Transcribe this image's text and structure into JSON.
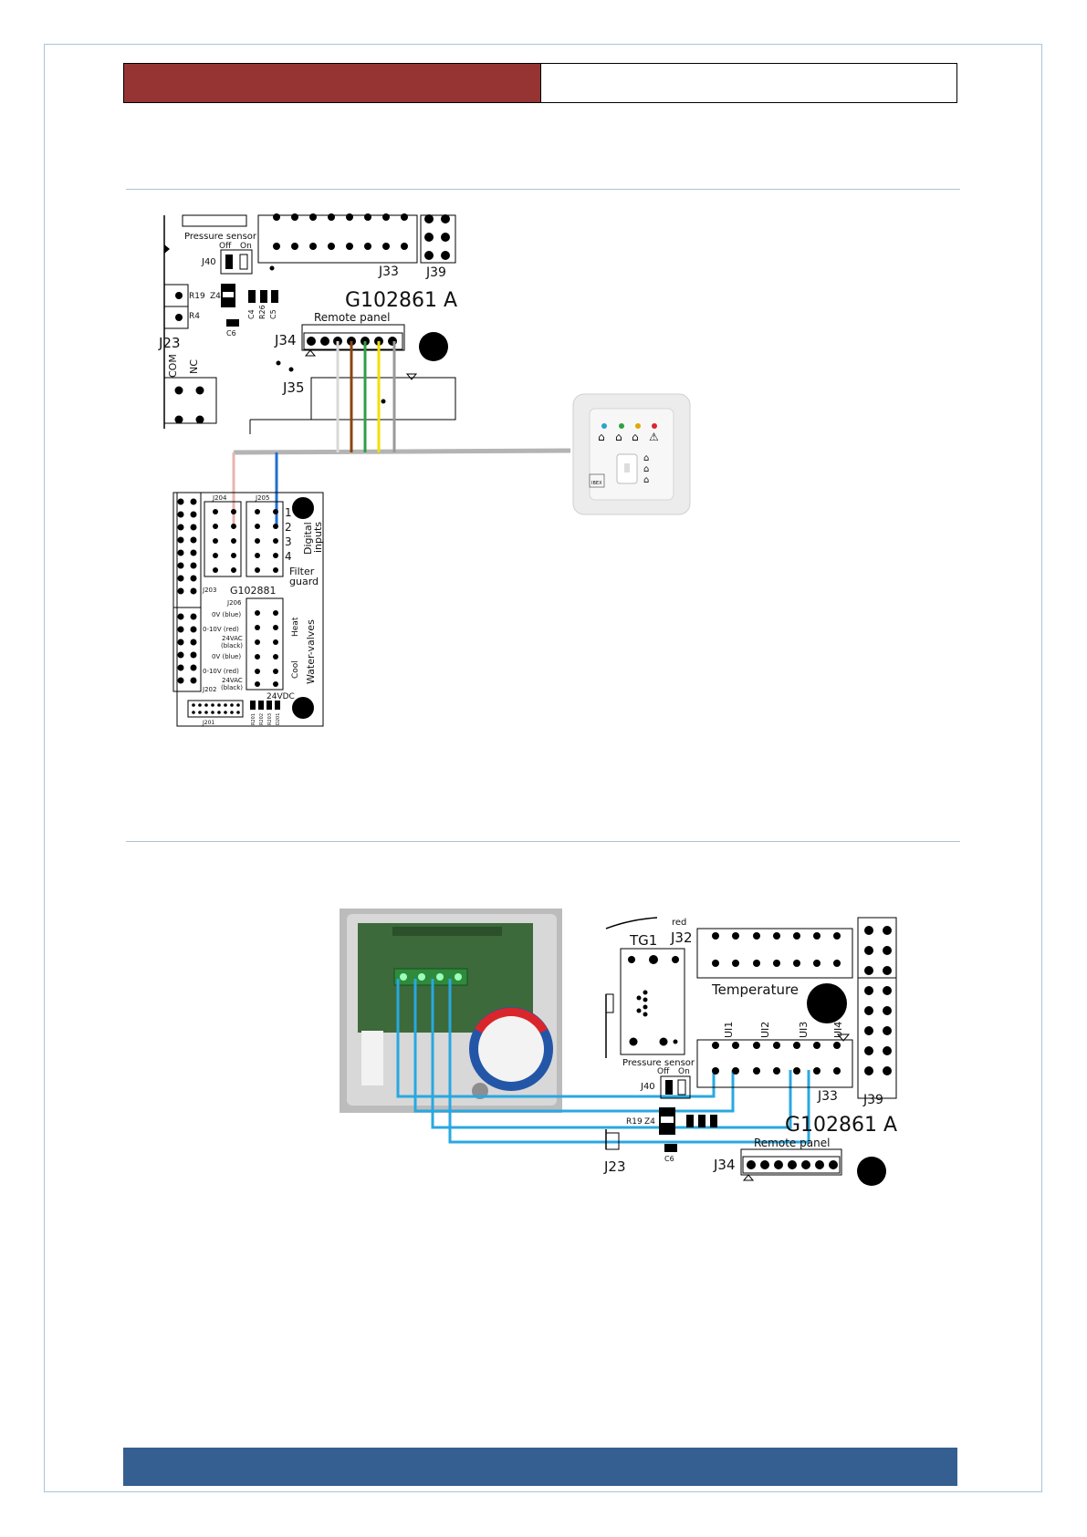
{
  "board_top": {
    "pressure_sensor": "Pressure sensor",
    "off": "Off",
    "on": "On",
    "j40": "J40",
    "j33": "J33",
    "j39": "J39",
    "r19": "R19",
    "z4": "Z4",
    "r4": "R4",
    "c4": "C4",
    "r26": "R26",
    "c5": "C5",
    "c6": "C6",
    "board_id": "G102861 A",
    "remote_panel": "Remote panel",
    "j34": "J34",
    "j23": "J23",
    "com": "COM",
    "nc": "NC",
    "j35": "J35"
  },
  "board_io": {
    "j204": "J204",
    "j205": "J205",
    "n1": "1",
    "n2": "2",
    "n3": "3",
    "n4": "4",
    "digital": "Digital",
    "inputs": "inputs",
    "filter": "Filter",
    "guard": "guard",
    "j203": "J203",
    "board_id": "G102881",
    "j206": "J206",
    "ov_blue_1": "0V (blue)",
    "v10_red_1": "0-10V (red)",
    "vac24_1": "24VAC",
    "black_1": "(black)",
    "ov_blue_2": "0V (blue)",
    "v10_red_2": "0-10V (red)",
    "vac24_2": "24VAC",
    "black_2": "(black)",
    "heat": "Heat",
    "cool": "Cool",
    "water_valves": "Water-valves",
    "j202": "J202",
    "vdc24": "24VDC",
    "j201": "J201",
    "r201": "R201",
    "r202": "R202",
    "r203": "R203",
    "d201": "D201"
  },
  "remote_panel_device": {
    "brand": "IBEX"
  },
  "board_bottom": {
    "tg1": "TG1",
    "red": "red",
    "j32": "J32",
    "temperature": "Temperature",
    "ui1": "UI1",
    "ui2": "UI2",
    "ui3": "UI3",
    "ui4": "UI4",
    "pressure_sensor": "Pressure sensor",
    "off": "Off",
    "on": "On",
    "j40": "J40",
    "j33": "J33",
    "j39": "J39",
    "r19": "R19",
    "z4": "Z4",
    "board_id": "G102861 A",
    "remote_panel": "Remote panel",
    "j34": "J34",
    "j23": "J23",
    "c6": "C6"
  },
  "colors": {
    "header_red": "#963434",
    "footer_blue": "#365f91",
    "rule_blue": "#a9c4d8",
    "wire_grey": "#b4b4b4",
    "wire_white": "#d9d9d9",
    "wire_brown": "#8b4513",
    "wire_green": "#2ea043",
    "wire_yellow": "#f0e000",
    "wire_pink": "#e8b4b0",
    "wire_blue": "#1f6fd1",
    "wire_cyan": "#29a8e0"
  }
}
